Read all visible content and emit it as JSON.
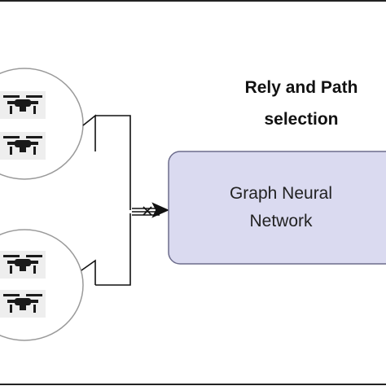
{
  "diagram": {
    "title_lines": [
      "Rely and Path",
      "selection"
    ],
    "gnn_node": {
      "lines": [
        "Graph Neural",
        "Network"
      ],
      "fill": "#dadaf0",
      "stroke": "#6c6c8c"
    },
    "drone_groups": [
      {
        "drones": 2
      },
      {
        "drones": 2
      }
    ],
    "colors": {
      "line": "#111111",
      "ellipse": "#9a9a9a",
      "drone": "#1a1a1a",
      "drone_bg": "#eeeeee"
    }
  }
}
